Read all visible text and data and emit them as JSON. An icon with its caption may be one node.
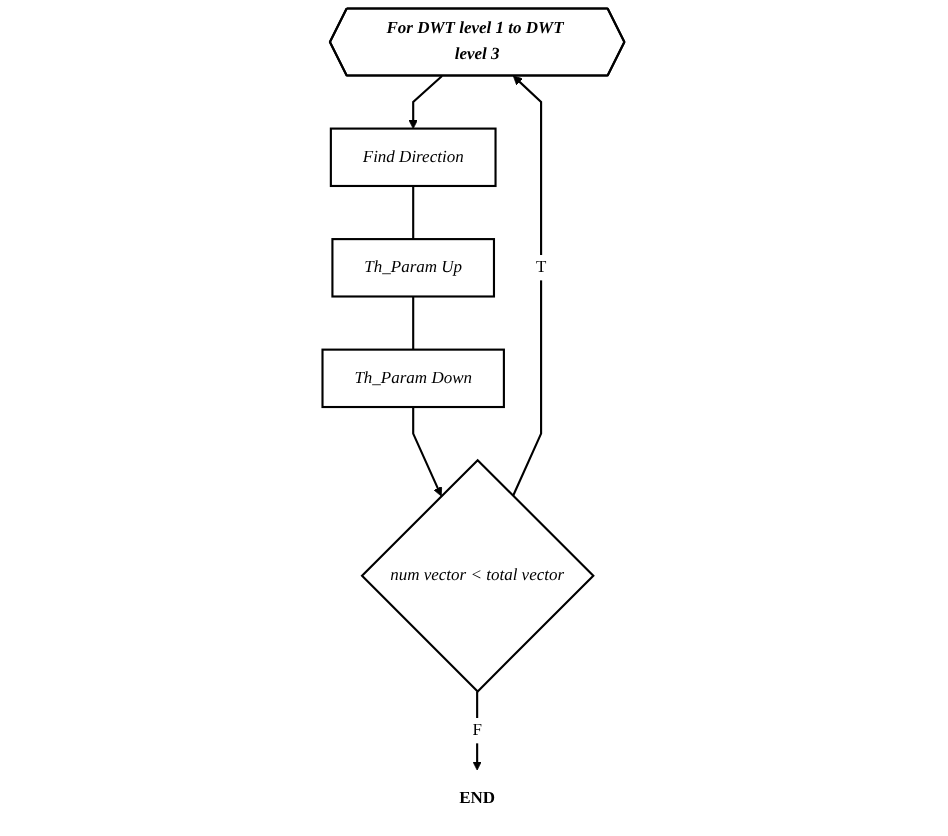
{
  "diagram": {
    "nodes": [
      {
        "text": [
          "For DWT level 1 to DWT level 3"
        ]
      },
      {
        "text": [
          "Find Direction"
        ]
      },
      {
        "text": [
          "Th_Param Up"
        ]
      },
      {
        "text": [
          "Th_Param Down"
        ]
      },
      {
        "text": [
          "num vector < total  vector"
        ]
      },
      {
        "text": [
          "END"
        ]
      }
    ],
    "edges": [
      {
        "from": 0,
        "to": 1,
        "arrow": "to"
      },
      {
        "from": 1,
        "to": 2,
        "arrow": "none"
      },
      {
        "from": 2,
        "to": 3,
        "arrow": "none"
      },
      {
        "from": 3,
        "to": 4,
        "arrow": "to"
      },
      {
        "from": 4,
        "to": 0,
        "arrow": "to",
        "label": "T"
      },
      {
        "from": 4,
        "to": 5,
        "arrow": "to",
        "label": "F"
      }
    ]
  }
}
